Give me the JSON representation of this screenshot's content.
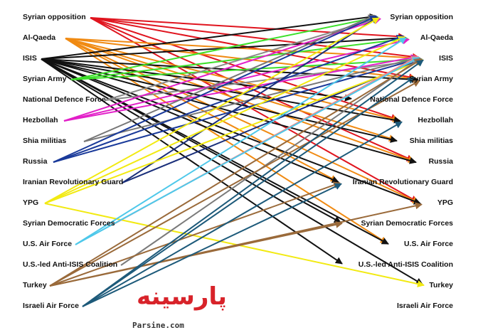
{
  "left_actors": [
    "Syrian opposition",
    "Al-Qaeda",
    "ISIS",
    "Syrian Army",
    "National Defence Force",
    "Hezbollah",
    "Shia militias",
    "Russia",
    "Iranian Revolutionary Guard",
    "YPG",
    "Syrian Democratic Forces",
    "U.S. Air Force",
    "U.S.-led Anti-ISIS Coalition",
    "Turkey",
    "Israeli Air Force"
  ],
  "right_actors": [
    "Syrian opposition",
    "Al-Qaeda",
    "ISIS",
    "Syrian Army",
    "National Defence Force",
    "Hezbollah",
    "Shia militias",
    "Russia",
    "Iranian Revolutionary Guard",
    "YPG",
    "Syrian Democratic Forces",
    "U.S. Air Force",
    "U.S.-led Anti-ISIS Coalition",
    "Turkey",
    "Israeli Air Force"
  ],
  "source_colors": {
    "Syrian opposition": "#e0141e",
    "Al-Qaeda": "#f08a12",
    "ISIS": "#111111",
    "Syrian Army": "#3de02a",
    "National Defence Force": "#8a8a8a",
    "Hezbollah": "#e21fc8",
    "Shia militias": "#777777",
    "Russia": "#1a3a9a",
    "Iranian Revolutionary Guard": "#1a2f7a",
    "YPG": "#f2ea12",
    "Syrian Democratic Forces": "#f28a8a",
    "U.S. Air Force": "#4ec8ea",
    "U.S.-led Anti-ISIS Coalition": "#7a7a7a",
    "Turkey": "#9a6a3a",
    "Israeli Air Force": "#1d5a7a"
  },
  "relations": [
    {
      "from": "Syrian opposition",
      "to": "Al-Qaeda"
    },
    {
      "from": "Syrian opposition",
      "to": "ISIS"
    },
    {
      "from": "Syrian opposition",
      "to": "Syrian Army"
    },
    {
      "from": "Syrian opposition",
      "to": "Hezbollah"
    },
    {
      "from": "Syrian opposition",
      "to": "Russia"
    },
    {
      "from": "Syrian opposition",
      "to": "YPG"
    },
    {
      "from": "Al-Qaeda",
      "to": "ISIS"
    },
    {
      "from": "Al-Qaeda",
      "to": "Syrian Army"
    },
    {
      "from": "Al-Qaeda",
      "to": "Hezbollah"
    },
    {
      "from": "Al-Qaeda",
      "to": "Shia militias"
    },
    {
      "from": "Al-Qaeda",
      "to": "Russia"
    },
    {
      "from": "Al-Qaeda",
      "to": "Iranian Revolutionary Guard"
    },
    {
      "from": "Al-Qaeda",
      "to": "YPG"
    },
    {
      "from": "Al-Qaeda",
      "to": "U.S. Air Force"
    },
    {
      "from": "ISIS",
      "to": "Syrian opposition"
    },
    {
      "from": "ISIS",
      "to": "Al-Qaeda"
    },
    {
      "from": "ISIS",
      "to": "Syrian Army"
    },
    {
      "from": "ISIS",
      "to": "National Defence Force"
    },
    {
      "from": "ISIS",
      "to": "Hezbollah"
    },
    {
      "from": "ISIS",
      "to": "Shia militias"
    },
    {
      "from": "ISIS",
      "to": "Russia"
    },
    {
      "from": "ISIS",
      "to": "Iranian Revolutionary Guard"
    },
    {
      "from": "ISIS",
      "to": "YPG"
    },
    {
      "from": "ISIS",
      "to": "Syrian Democratic Forces"
    },
    {
      "from": "ISIS",
      "to": "U.S. Air Force"
    },
    {
      "from": "ISIS",
      "to": "U.S.-led Anti-ISIS Coalition"
    },
    {
      "from": "ISIS",
      "to": "Turkey"
    },
    {
      "from": "Syrian Army",
      "to": "Syrian opposition"
    },
    {
      "from": "Syrian Army",
      "to": "Al-Qaeda"
    },
    {
      "from": "Syrian Army",
      "to": "ISIS"
    },
    {
      "from": "National Defence Force",
      "to": "Syrian opposition"
    },
    {
      "from": "National Defence Force",
      "to": "ISIS"
    },
    {
      "from": "Hezbollah",
      "to": "Syrian opposition"
    },
    {
      "from": "Hezbollah",
      "to": "Al-Qaeda"
    },
    {
      "from": "Hezbollah",
      "to": "ISIS"
    },
    {
      "from": "Shia militias",
      "to": "Syrian opposition"
    },
    {
      "from": "Shia militias",
      "to": "ISIS"
    },
    {
      "from": "Russia",
      "to": "Syrian opposition"
    },
    {
      "from": "Russia",
      "to": "Al-Qaeda"
    },
    {
      "from": "Russia",
      "to": "ISIS"
    },
    {
      "from": "Iranian Revolutionary Guard",
      "to": "Syrian opposition"
    },
    {
      "from": "Iranian Revolutionary Guard",
      "to": "ISIS"
    },
    {
      "from": "YPG",
      "to": "Syrian opposition"
    },
    {
      "from": "YPG",
      "to": "Al-Qaeda"
    },
    {
      "from": "YPG",
      "to": "ISIS"
    },
    {
      "from": "YPG",
      "to": "Turkey"
    },
    {
      "from": "Syrian Democratic Forces",
      "to": "ISIS"
    },
    {
      "from": "U.S. Air Force",
      "to": "ISIS"
    },
    {
      "from": "U.S. Air Force",
      "to": "Al-Qaeda"
    },
    {
      "from": "U.S.-led Anti-ISIS Coalition",
      "to": "ISIS"
    },
    {
      "from": "Turkey",
      "to": "ISIS"
    },
    {
      "from": "Turkey",
      "to": "YPG"
    },
    {
      "from": "Turkey",
      "to": "Syrian Democratic Forces"
    },
    {
      "from": "Turkey",
      "to": "Iranian Revolutionary Guard"
    },
    {
      "from": "Turkey",
      "to": "Syrian Army"
    },
    {
      "from": "Israeli Air Force",
      "to": "Hezbollah"
    },
    {
      "from": "Israeli Air Force",
      "to": "Iranian Revolutionary Guard"
    },
    {
      "from": "Israeli Air Force",
      "to": "Syrian Army"
    },
    {
      "from": "Israeli Air Force",
      "to": "ISIS"
    }
  ],
  "watermark": {
    "logo": "پارسینه",
    "url": "Parsine.com"
  }
}
